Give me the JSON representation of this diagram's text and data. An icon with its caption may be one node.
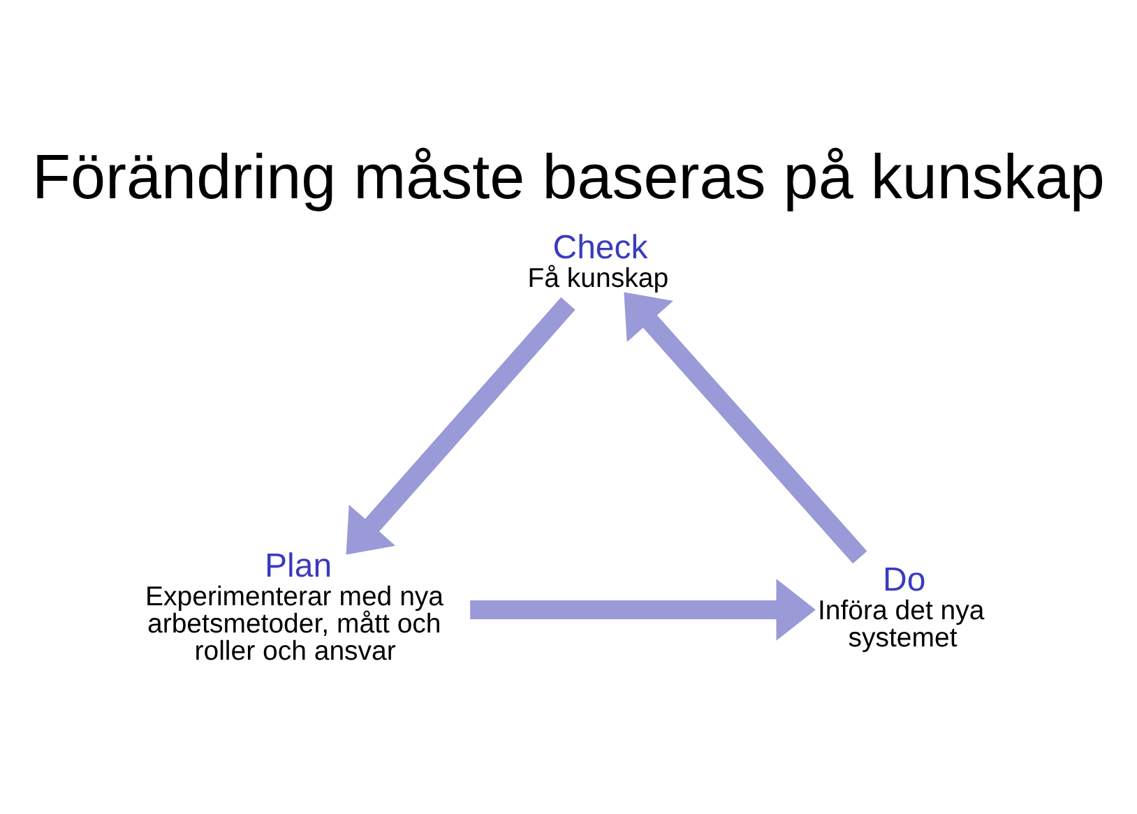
{
  "diagram": {
    "title": "Förändring måste baseras på kunskap",
    "nodes": [
      {
        "text": [
          "Check",
          "Få kunskap"
        ]
      },
      {
        "text": [
          "Plan",
          "Experimenterar med nya arbetsmetoder, mått och roller och ansvar"
        ]
      },
      {
        "text": [
          "Do",
          "Införa det nya systemet"
        ]
      }
    ],
    "edges": [
      {
        "from": 0,
        "to": 1,
        "arrow": "to"
      },
      {
        "from": 1,
        "to": 2,
        "arrow": "to"
      },
      {
        "from": 2,
        "to": 0,
        "arrow": "to"
      }
    ]
  }
}
